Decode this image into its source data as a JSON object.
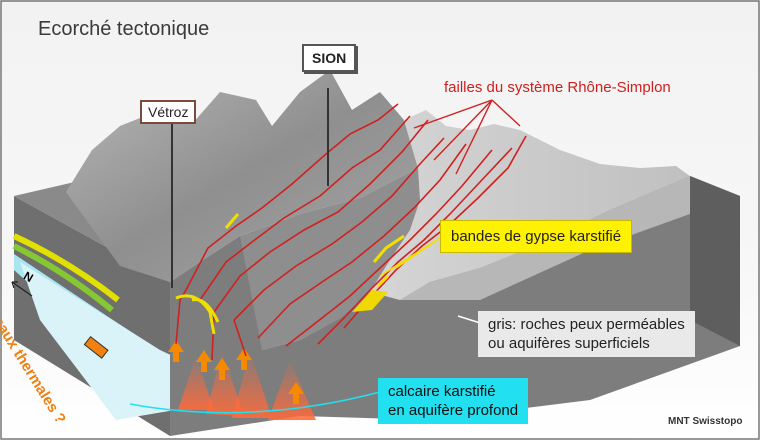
{
  "title": "Ecorché tectonique",
  "signs": {
    "sion": "SION",
    "vetroz": "Vétroz"
  },
  "labels": {
    "faults": "failles du système Rhône-Simplon",
    "gypse": "bandes de gypse karstifié",
    "gris_line1": "gris: roches peux perméables",
    "gris_line2": "ou aquifères superficiels",
    "calcaire_line1": "calcaire karstifié",
    "calcaire_line2": "en aquifère profond",
    "thermal": "eaux thermales ?",
    "north": "N",
    "credit": "MNT Swisstopo"
  },
  "colors": {
    "faults": "#d02020",
    "gypse": "#fff200",
    "calcaire": "#22e0f0",
    "thermal": "#f08010",
    "terrain": "#9a9a9a",
    "block": "#7d7d7d"
  }
}
